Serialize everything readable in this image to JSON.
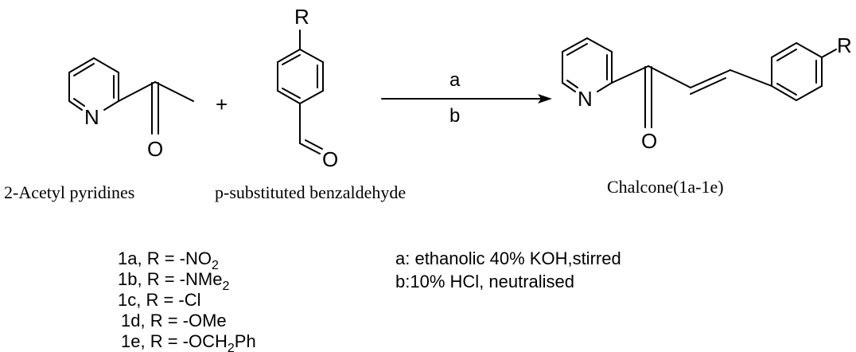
{
  "reactant1": {
    "ring_atom": "N",
    "carbonyl_oxygen": "O",
    "caption": "2-Acetyl pyridines"
  },
  "plus_sign": "+",
  "reactant2": {
    "substituent": "R",
    "aldehyde_oxygen": "O",
    "caption": "p-substituted benzaldehyde"
  },
  "arrow": {
    "label_top": "a",
    "label_bottom": "b"
  },
  "product": {
    "ring_atom": "N",
    "carbonyl_oxygen": "O",
    "substituent": "R",
    "caption": "Chalcone(1a-1e)"
  },
  "compounds": [
    {
      "prefix": "1a, R = -NO",
      "sub": "2",
      "suffix": ""
    },
    {
      "prefix": "1b, R = -NMe",
      "sub": "2",
      "suffix": ""
    },
    {
      "prefix": "1c, R = -Cl",
      "sub": "",
      "suffix": ""
    },
    {
      "prefix": "1d, R = -OMe",
      "sub": "",
      "suffix": ""
    },
    {
      "prefix": "1e, R = -OCH",
      "sub": "2",
      "suffix": "Ph"
    }
  ],
  "conditions": [
    "a: ethanolic 40% KOH,stirred",
    "b:10% HCl, neutralised"
  ]
}
